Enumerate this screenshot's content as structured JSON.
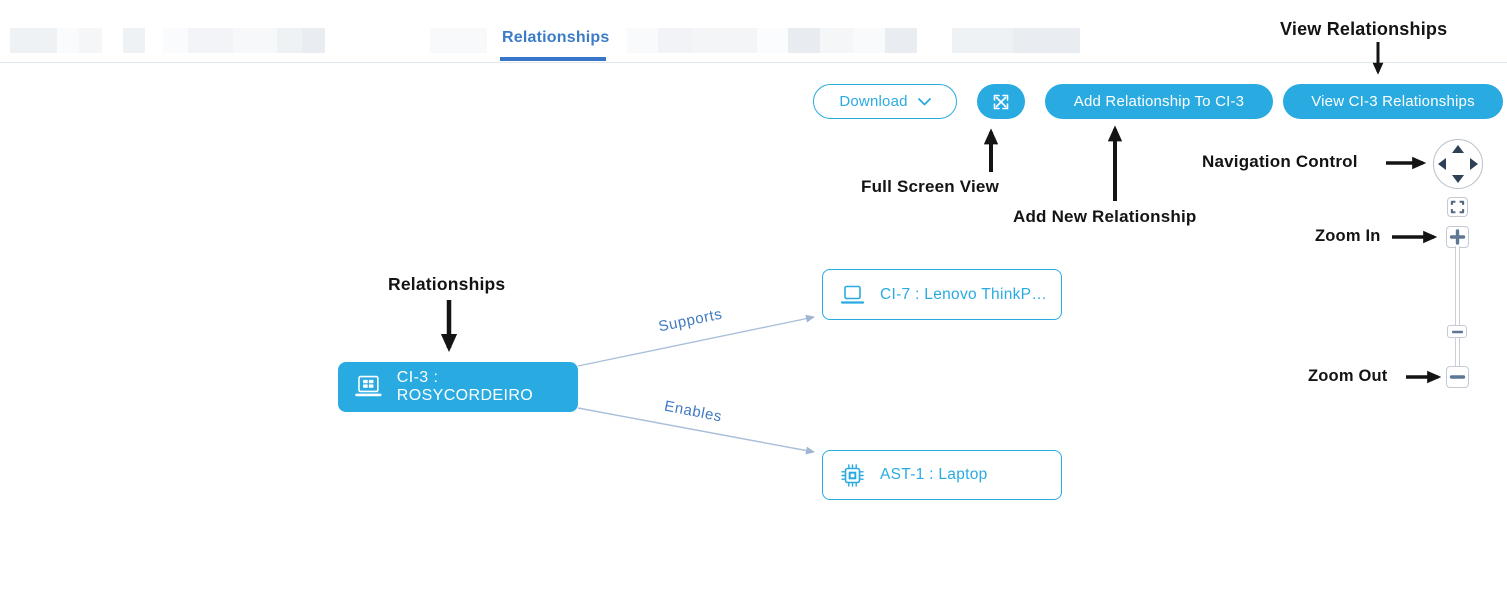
{
  "tabs": {
    "active": "Relationships"
  },
  "toolbar": {
    "download_label": "Download",
    "add_relationship_label": "Add Relationship To CI-3",
    "view_relationships_label": "View CI-3 Relationships",
    "fullscreen_icon": "expand-arrows-icon"
  },
  "annotations": {
    "view_relationships": "View Relationships",
    "full_screen": "Full Screen View",
    "add_new_relationship": "Add New Relationship",
    "navigation_control": "Navigation Control",
    "zoom_in": "Zoom In",
    "zoom_out": "Zoom Out",
    "relationships": "Relationships"
  },
  "diagram": {
    "nodes": [
      {
        "id": "ci3",
        "label": "CI-3 : ROSYCORDEIRO",
        "icon": "laptop-windows-icon",
        "style": "solid"
      },
      {
        "id": "ci7",
        "label": "CI-7 : Lenovo ThinkP…",
        "icon": "laptop-icon",
        "style": "outline"
      },
      {
        "id": "ast1",
        "label": "AST-1 : Laptop",
        "icon": "chip-icon",
        "style": "outline"
      }
    ],
    "edges": [
      {
        "from": "ci3",
        "to": "ci7",
        "label": "Supports"
      },
      {
        "from": "ci3",
        "to": "ast1",
        "label": "Enables"
      }
    ]
  },
  "colors": {
    "accent": "#29ABE2",
    "tab_blue": "#3B7CC8",
    "edge_line": "#A9BFD9",
    "edge_label": "#4079C2",
    "control_icon": "#2E4154",
    "annotation": "#141414"
  }
}
